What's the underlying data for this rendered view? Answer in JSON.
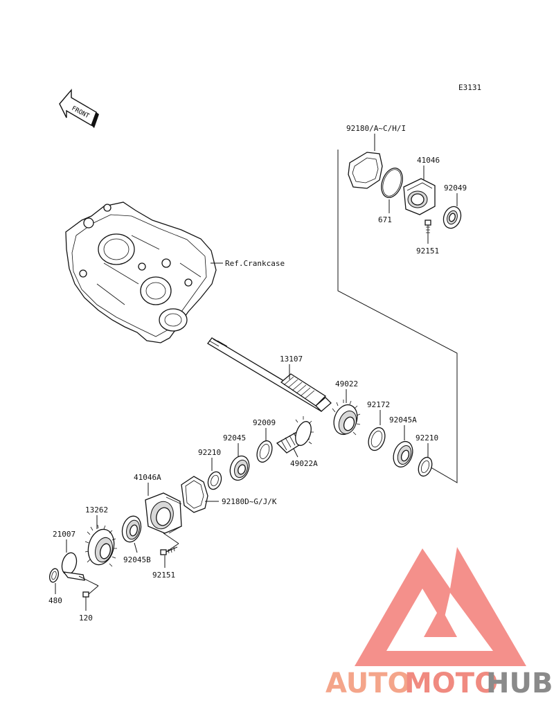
{
  "diagram": {
    "ref_code": "E3131",
    "front_label": "FRONT",
    "crankcase_label": "Ref.Crankcase",
    "parts": {
      "p92180_top": "92180/A~C/H/I",
      "p41046": "41046",
      "p92049": "92049",
      "p671": "671",
      "p92151_top": "92151",
      "p13107": "13107",
      "p49022": "49022",
      "p92172": "92172",
      "p92045A": "92045A",
      "p92210_right": "92210",
      "p92009": "92009",
      "p92045": "92045",
      "p49022A": "49022A",
      "p92210_left": "92210",
      "p41046A": "41046A",
      "p92180_bottom": "92180D~G/J/K",
      "p13262": "13262",
      "p21007": "21007",
      "p92045B": "92045B",
      "p92151_bottom": "92151",
      "p480": "480",
      "p120": "120"
    }
  },
  "watermark": {
    "part1": "AUTO",
    "part2": "MOTO",
    "part3": "HUB",
    "color1": "#f4a58a",
    "color2": "#f08a80",
    "color3": "#8a8a8a",
    "logo_color": "#f3857f"
  }
}
